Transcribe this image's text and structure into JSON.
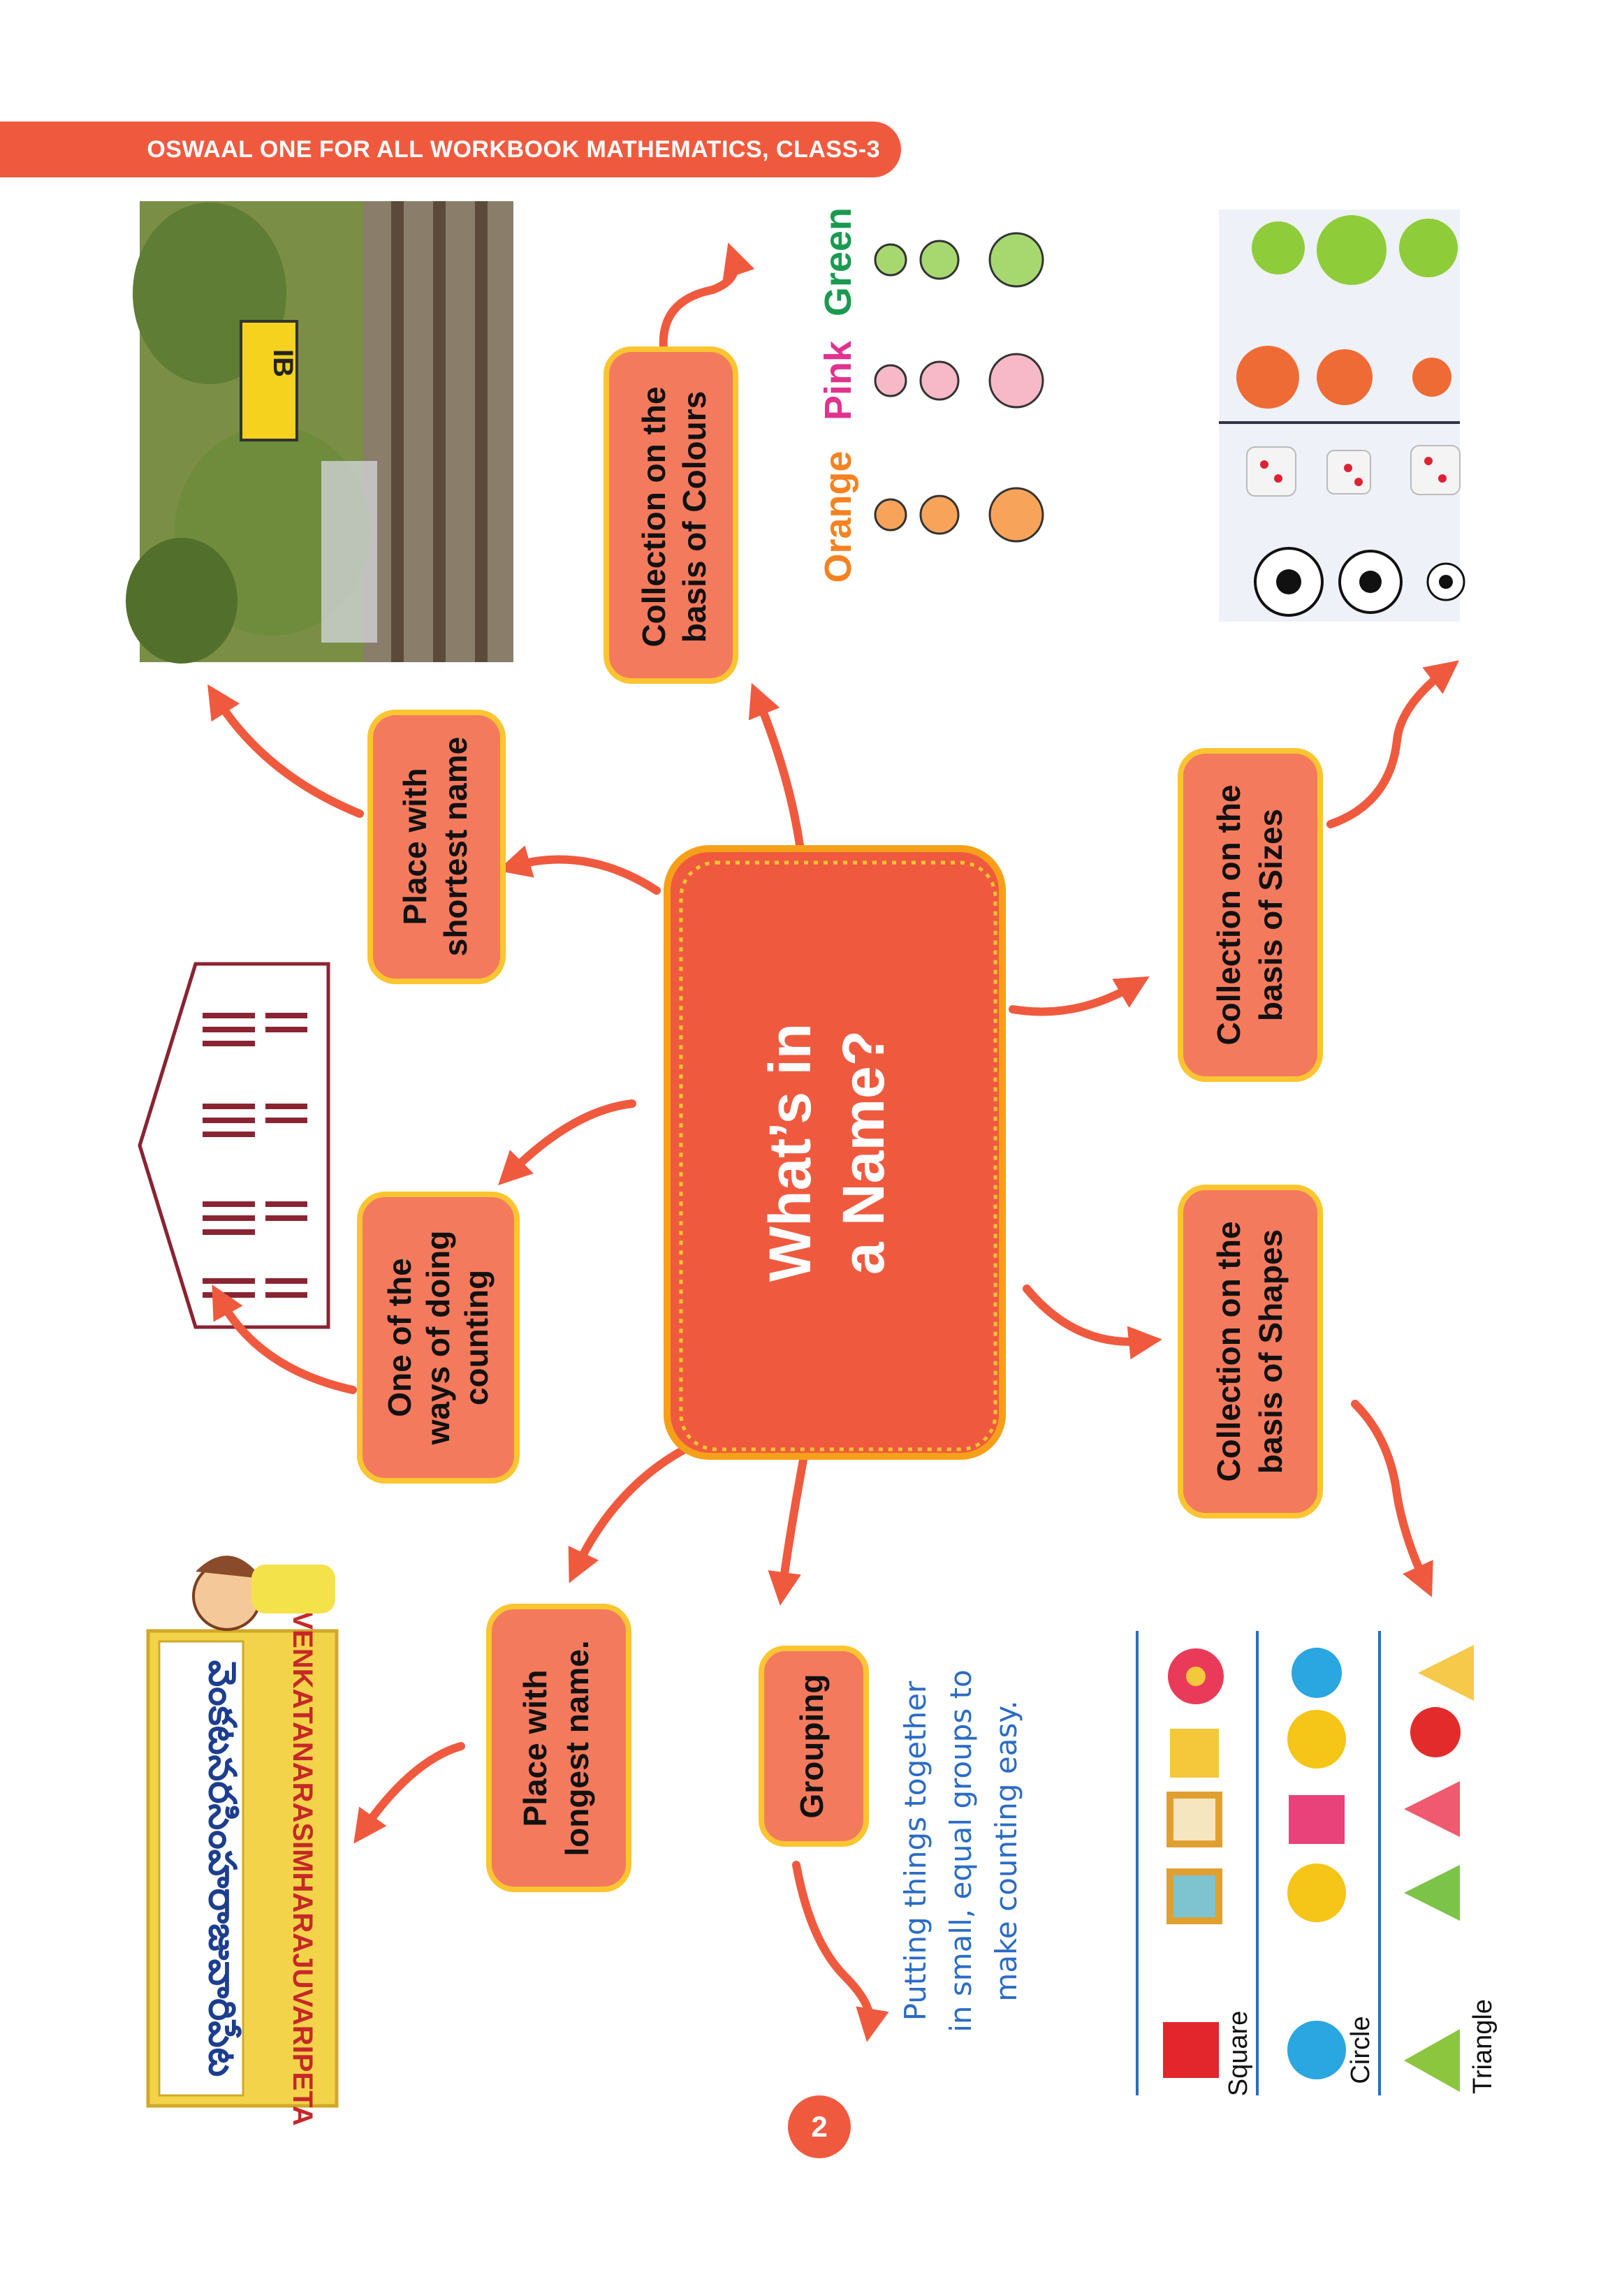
{
  "header": {
    "title": "OSWAAL ONE FOR ALL WORKBOOK MATHEMATICS, CLASS-3"
  },
  "center": {
    "line1": "What’s in",
    "line2": "a Name?"
  },
  "branches": {
    "colours": {
      "line1": "Collection on the",
      "line2": "basis of Colours"
    },
    "sizes": {
      "line1": "Collection on the",
      "line2": "basis of Sizes"
    },
    "shapes": {
      "line1": "Collection on the",
      "line2": "basis of Shapes"
    },
    "shortest": {
      "line1": "Place with",
      "line2": "shortest name"
    },
    "counting": {
      "line1": "One of the",
      "line2": "ways of doing",
      "line3": "counting"
    },
    "longest": {
      "line1": "Place with",
      "line2": "longest name."
    },
    "grouping": {
      "line1": "Grouping"
    }
  },
  "colour_labels": {
    "green": "Green",
    "pink": "Pink",
    "orange": "Orange"
  },
  "shape_labels": {
    "square": "Square",
    "circle": "Circle",
    "triangle": "Triangle"
  },
  "grouping_note": {
    "line1": "Putting things together",
    "line2": "in small, equal groups to",
    "line3": "make counting easy."
  },
  "station_sign": {
    "text": "IB"
  },
  "longest_place": {
    "telugu": "వెంకటనరసింహరాజువారిపేట",
    "english": "VENKATANARASIMHARAJUVARIPETA"
  },
  "page": {
    "number": "2"
  },
  "colors": {
    "accent": "#ef5a3f",
    "box_fill": "#f47a5e",
    "box_border": "#fbc531",
    "green": "#1a9a50",
    "pink": "#e0338e",
    "orange": "#f58220",
    "note": "#2b6cc4"
  }
}
